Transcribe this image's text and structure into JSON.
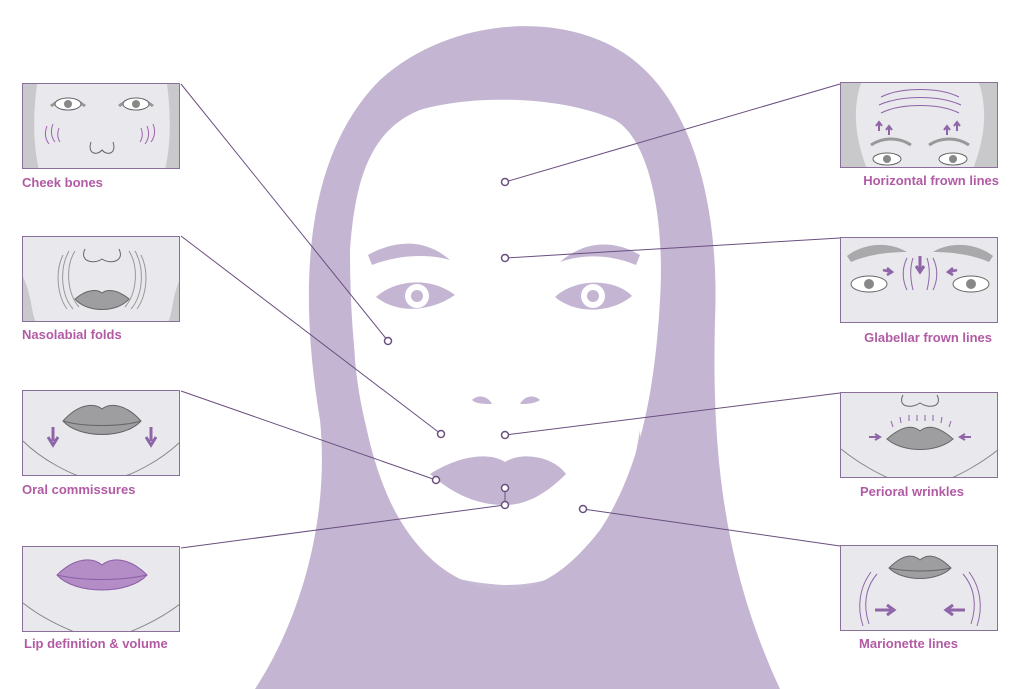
{
  "colors": {
    "face": "#c4b6d3",
    "line": "#6a4f7f",
    "label": "#b25ba4",
    "thumb_bg": "#e9e8ec",
    "thumb_border": "#8a6f9a",
    "arrow": "#8e66a8"
  },
  "labels": {
    "cheek_bones": "Cheek bones",
    "nasolabial_folds": "Nasolabial folds",
    "oral_commissures": "Oral commissures",
    "lip_definition": "Lip definition & volume",
    "horizontal_frown_lines": "Horizontal frown lines",
    "glabellar_frown_lines": "Glabellar frown lines",
    "perioral_wrinkles": "Perioral wrinkles",
    "marionette_lines": "Marionette lines"
  }
}
